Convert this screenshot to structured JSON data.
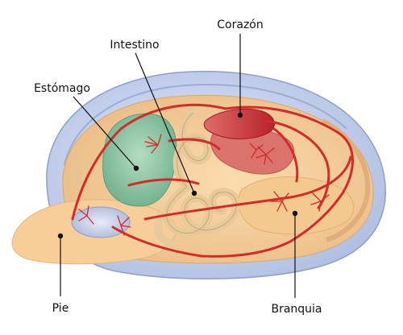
{
  "labels": {
    "heart": "Corazón",
    "intestine": "Intestino",
    "stomach": "Estómago",
    "foot": "Pie",
    "gill": "Branquia"
  },
  "colors": {
    "shell_outer": "#b9c7e6",
    "shell_edge": "#8f9fc9",
    "body": "#f6cf9c",
    "body_dark": "#e6b57f",
    "stomach": "#8fc8a6",
    "vessel": "#d42a2a",
    "heart": "#c8323a",
    "kidney": "#d9736b",
    "intestine": "#eed2a4",
    "foot": "#f7cd98",
    "pointer": "#111111"
  }
}
